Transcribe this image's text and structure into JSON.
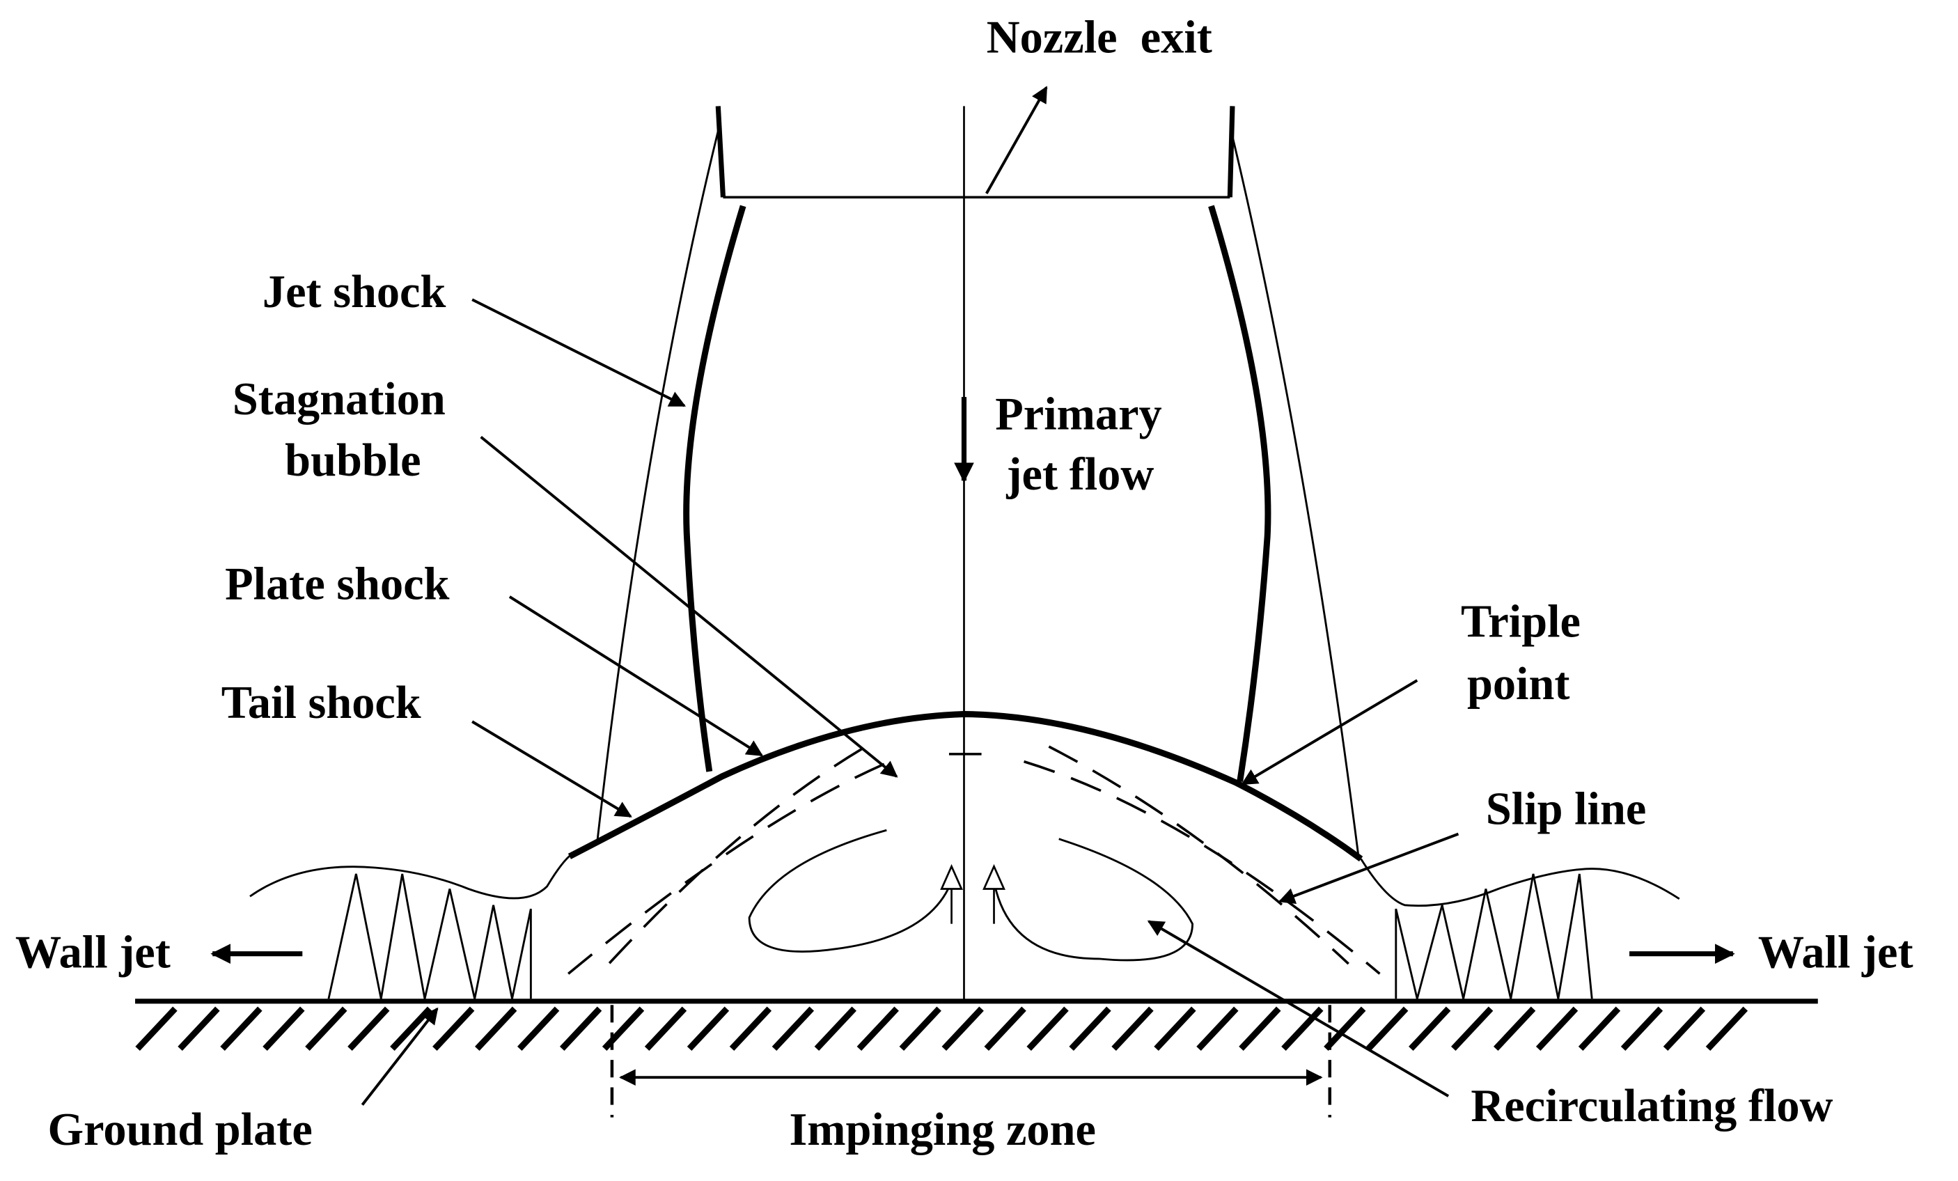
{
  "labels": {
    "nozzle_exit": "Nozzle  exit",
    "jet_shock": "Jet shock",
    "stagnation_bubble_1": "Stagnation",
    "stagnation_bubble_2": "bubble",
    "primary_jet_flow_1": "Primary",
    "primary_jet_flow_2": "jet flow",
    "plate_shock": "Plate shock",
    "triple_point_1": "Triple",
    "triple_point_2": "point",
    "tail_shock": "Tail shock",
    "slip_line": "Slip line",
    "wall_jet_left": "Wall jet",
    "wall_jet_right": "Wall jet",
    "recirculating_flow": "Recirculating flow",
    "ground_plate": "Ground plate",
    "impinging_zone": "Impinging zone"
  }
}
